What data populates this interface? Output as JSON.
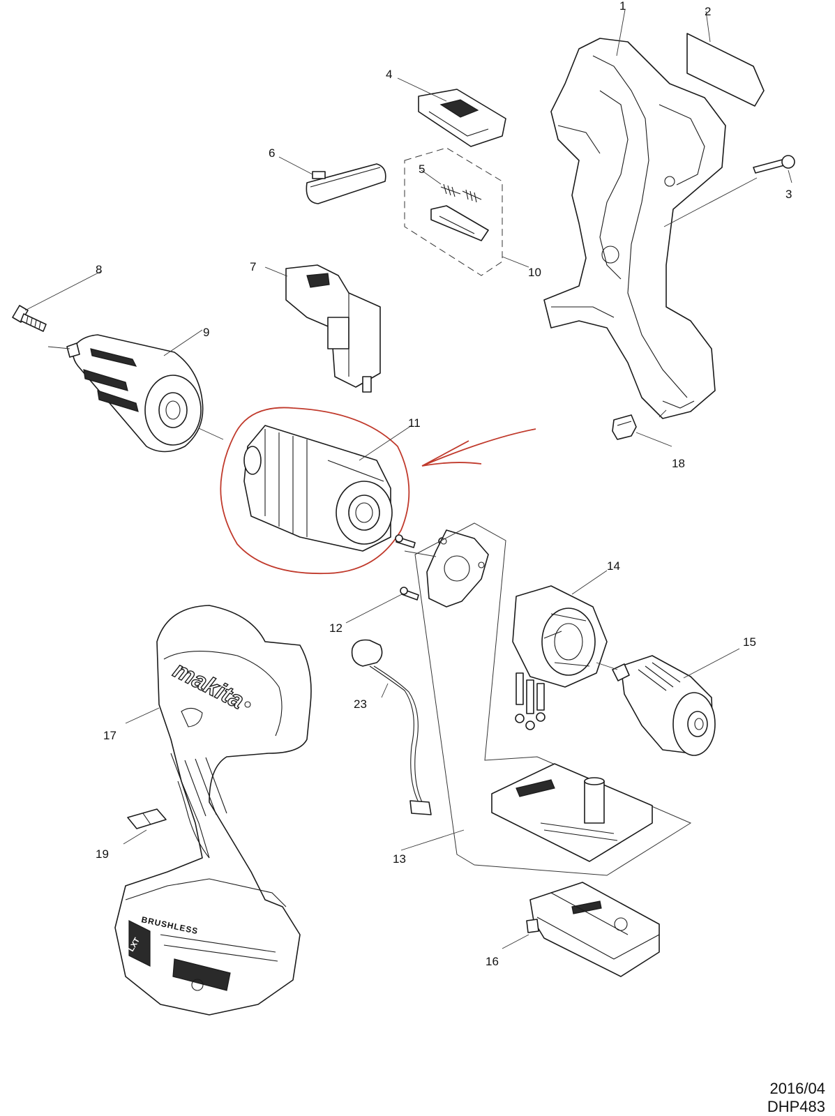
{
  "diagram": {
    "callouts": [
      {
        "id": "p1",
        "label": "1"
      },
      {
        "id": "p2",
        "label": "2"
      },
      {
        "id": "p3",
        "label": "3"
      },
      {
        "id": "p4",
        "label": "4"
      },
      {
        "id": "p5",
        "label": "5"
      },
      {
        "id": "p6",
        "label": "6"
      },
      {
        "id": "p7",
        "label": "7"
      },
      {
        "id": "p8",
        "label": "8"
      },
      {
        "id": "p9",
        "label": "9"
      },
      {
        "id": "p10",
        "label": "10"
      },
      {
        "id": "p11",
        "label": "11"
      },
      {
        "id": "p12",
        "label": "12"
      },
      {
        "id": "p13",
        "label": "13"
      },
      {
        "id": "p14",
        "label": "14"
      },
      {
        "id": "p15",
        "label": "15"
      },
      {
        "id": "p16",
        "label": "16"
      },
      {
        "id": "p17",
        "label": "17"
      },
      {
        "id": "p18",
        "label": "18"
      },
      {
        "id": "p19",
        "label": "19"
      },
      {
        "id": "p23",
        "label": "23"
      }
    ],
    "brand_text": "makita",
    "badge_text": "BRUSHLESS",
    "battery_text": "LXT",
    "highlight_color": "#c0392b"
  },
  "footer": {
    "date": "2016/04",
    "model": "DHP483"
  }
}
